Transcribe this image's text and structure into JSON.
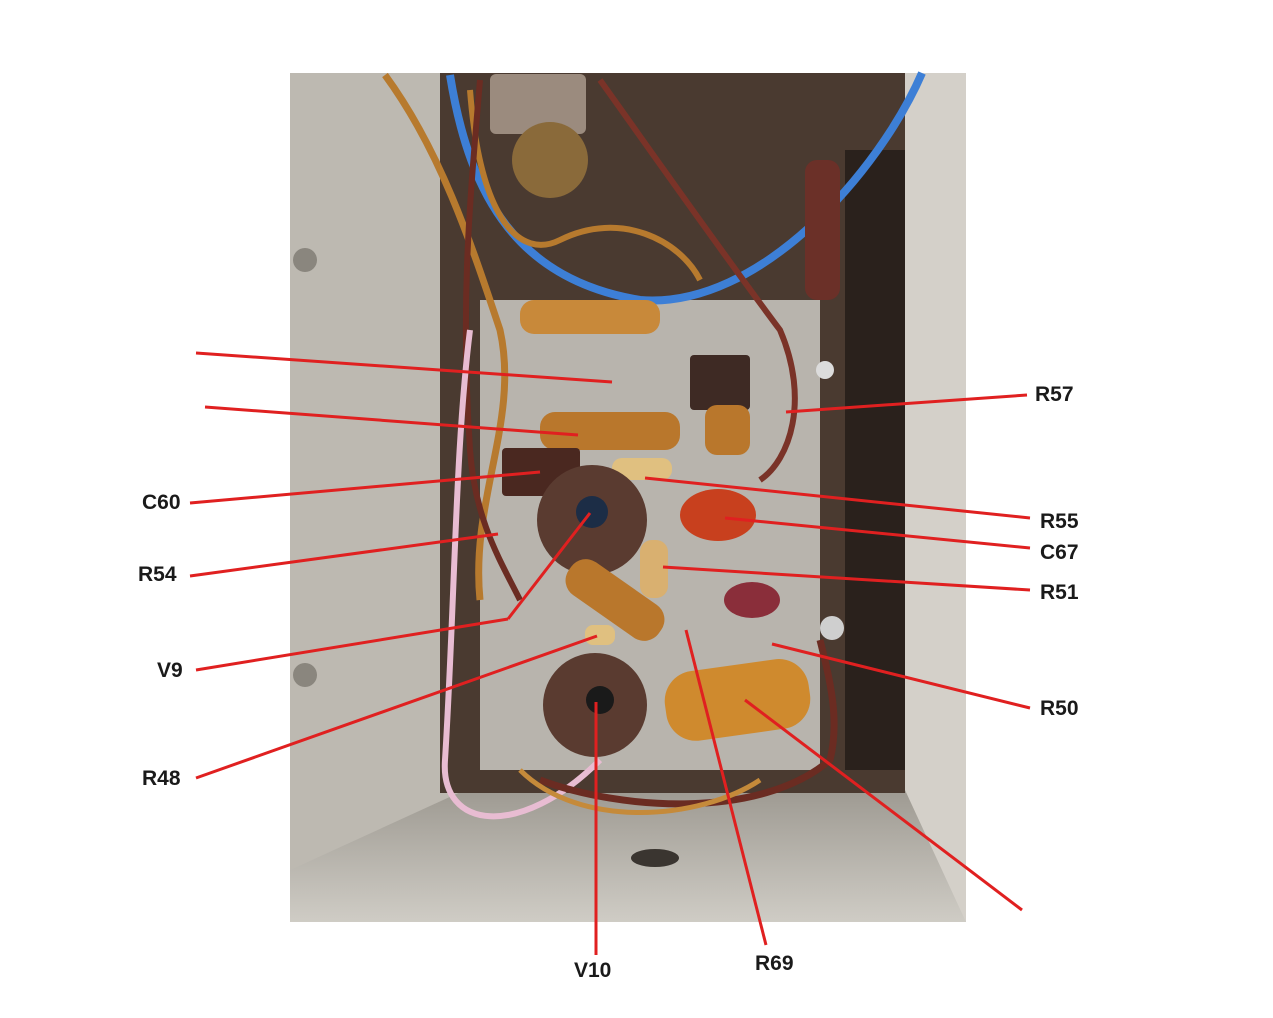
{
  "labels": {
    "r57": "R57",
    "c60": "C60",
    "r55": "R55",
    "c67": "C67",
    "r54": "R54",
    "r51": "R51",
    "v9": "V9",
    "r50": "R50",
    "r48": "R48",
    "v10": "V10",
    "r69": "R69"
  },
  "colors": {
    "leader": "#e02020",
    "chassis": "#c9c6bf",
    "chassis_shadow": "#8f8b83",
    "cavity": "#2a211c",
    "wire_blue": "#3d7fd6",
    "wire_brown": "#6b2c22",
    "wire_tan": "#b77a2e",
    "wire_pink": "#e8bcd2",
    "resistor_body": "#c8893a",
    "capacitor_red": "#c8401e",
    "tube_socket": "#5a3b30"
  }
}
